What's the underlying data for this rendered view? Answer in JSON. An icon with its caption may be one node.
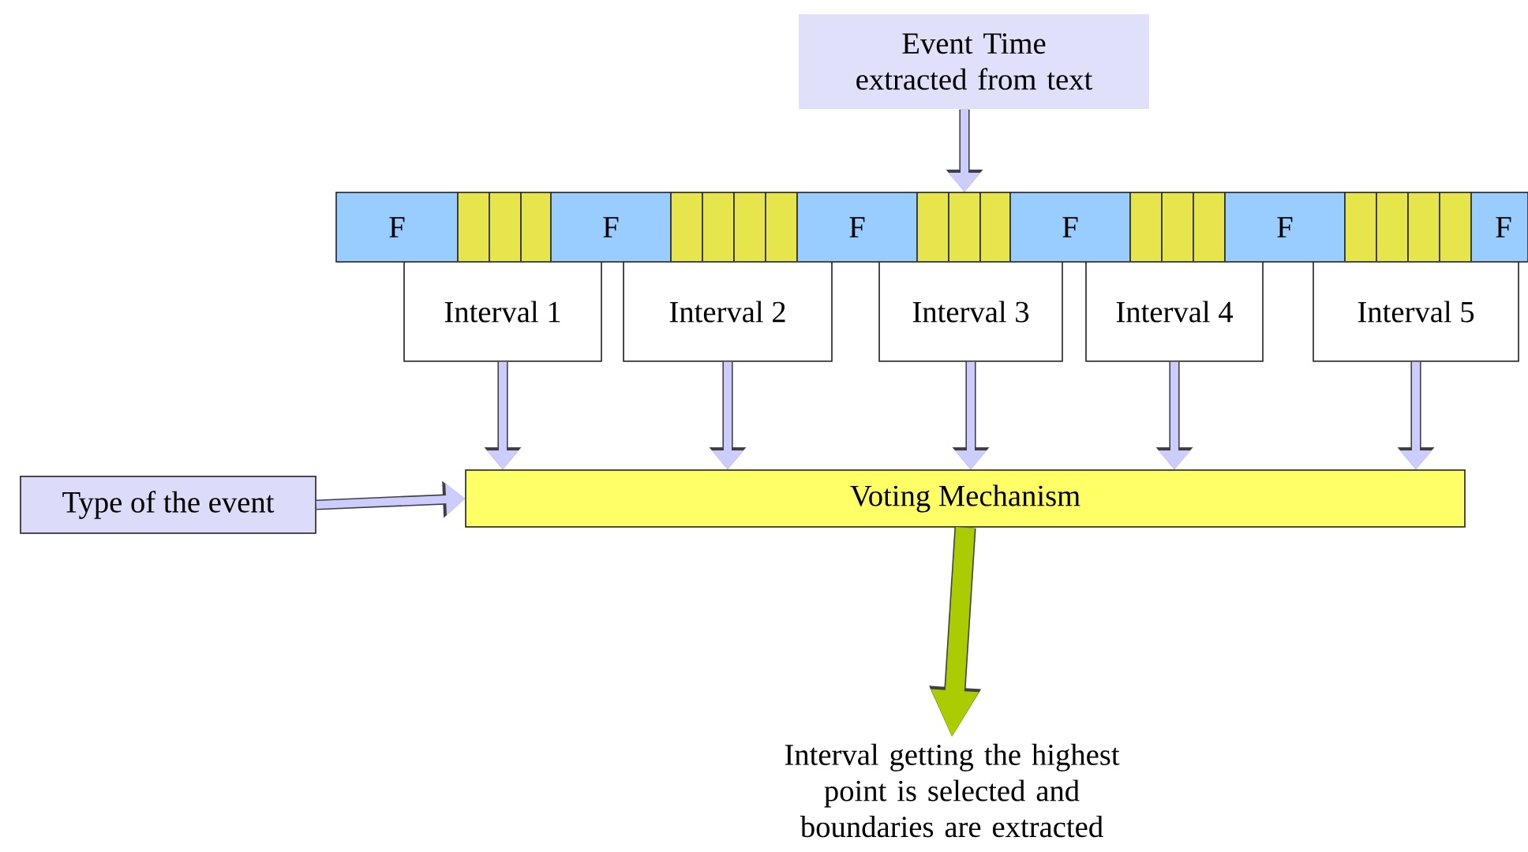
{
  "diagram": {
    "nodes": [
      {
        "text": [
          "Event Time extracted from text"
        ]
      },
      {
        "text": [
          "F"
        ]
      },
      {
        "text": [],
        "shape": "box"
      },
      {
        "text": [],
        "shape": "box"
      },
      {
        "text": [],
        "shape": "box"
      },
      {
        "text": [
          "F"
        ]
      },
      {
        "text": [],
        "shape": "box"
      },
      {
        "text": [],
        "shape": "box"
      },
      {
        "text": [],
        "shape": "box"
      },
      {
        "text": [],
        "shape": "box"
      },
      {
        "text": [
          "F"
        ]
      },
      {
        "text": [],
        "shape": "box"
      },
      {
        "text": [],
        "shape": "box"
      },
      {
        "text": [],
        "shape": "box"
      },
      {
        "text": [
          "F"
        ]
      },
      {
        "text": [],
        "shape": "box"
      },
      {
        "text": [],
        "shape": "box"
      },
      {
        "text": [],
        "shape": "box"
      },
      {
        "text": [
          "F"
        ]
      },
      {
        "text": [],
        "shape": "box"
      },
      {
        "text": [],
        "shape": "box"
      },
      {
        "text": [],
        "shape": "box"
      },
      {
        "text": [],
        "shape": "box"
      },
      {
        "text": [
          "F"
        ]
      },
      {
        "text": [
          "Interval 1"
        ]
      },
      {
        "text": [
          "Interval 2"
        ]
      },
      {
        "text": [
          "Interval 3"
        ]
      },
      {
        "text": [
          "Interval 4"
        ]
      },
      {
        "text": [
          "Interval 5"
        ]
      },
      {
        "text": [
          "Type of the event"
        ]
      },
      {
        "text": [
          "Voting Mechanism"
        ]
      },
      {
        "text": [
          "Interval getting the highest point is selected and boundaries are extracted"
        ]
      }
    ],
    "edges": [
      {
        "from": 0,
        "to": 12,
        "arrow": "to"
      },
      {
        "from": 24,
        "to": 30,
        "arrow": "to"
      },
      {
        "from": 25,
        "to": 30,
        "arrow": "to"
      },
      {
        "from": 26,
        "to": 30,
        "arrow": "to"
      },
      {
        "from": 27,
        "to": 30,
        "arrow": "to"
      },
      {
        "from": 28,
        "to": 30,
        "arrow": "to"
      },
      {
        "from": 29,
        "to": 30,
        "arrow": "to"
      },
      {
        "from": 30,
        "to": 31,
        "arrow": "to",
        "style": "thick",
        "color": "#aacc00"
      }
    ]
  }
}
